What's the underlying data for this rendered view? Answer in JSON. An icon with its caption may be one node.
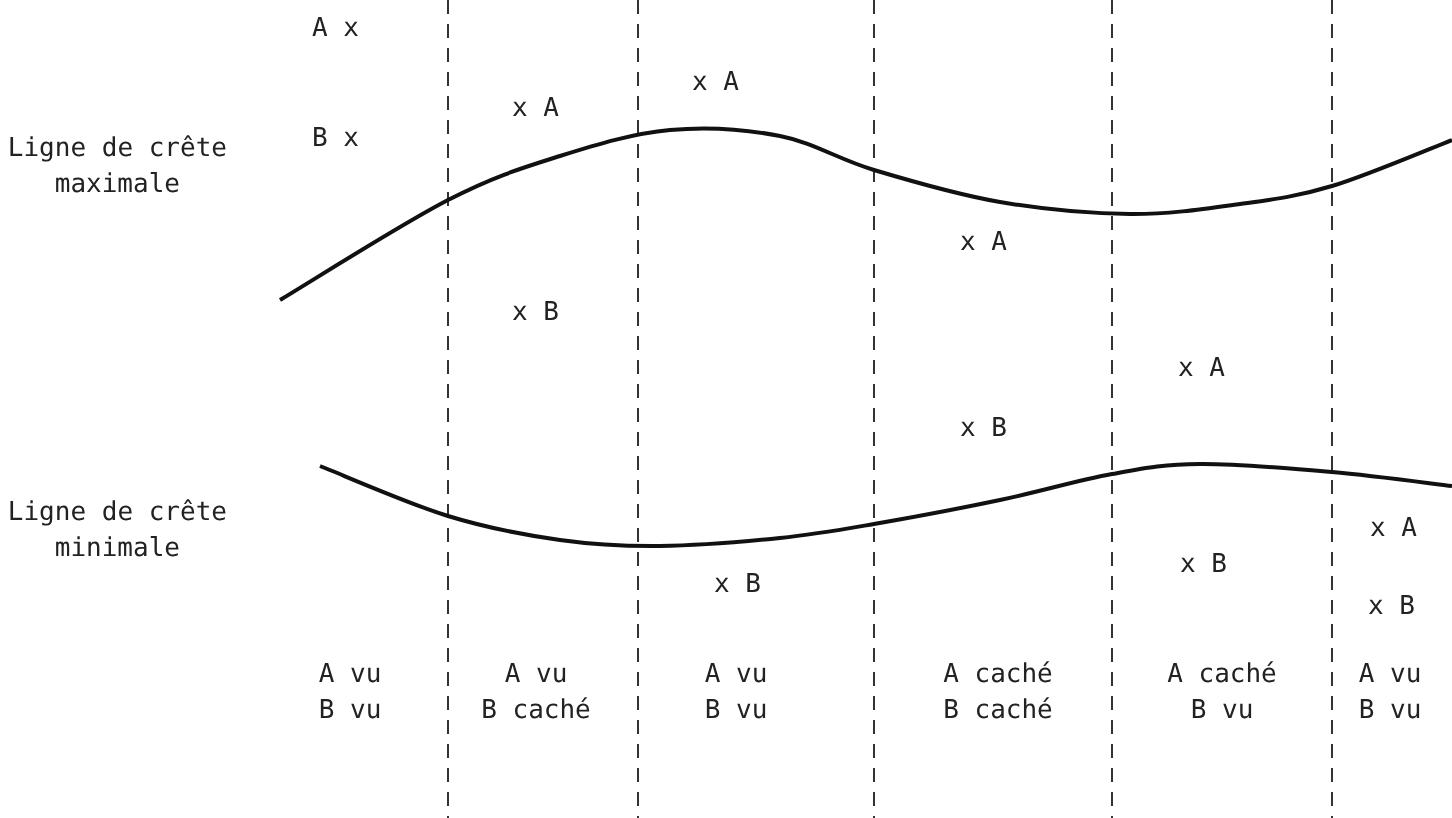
{
  "diagram": {
    "labels": [
      "A x",
      "x A",
      "Ligne de crête maximale",
      "x A",
      "B x",
      "x A",
      "x B",
      "x A",
      "x B",
      "Ligne de crête minimale",
      "x A",
      "x B",
      "x B",
      "x B",
      "A vu B vu",
      "A vu B caché",
      "A vu B vu",
      "A caché B caché",
      "A caché B vu",
      "A vu B vu"
    ]
  }
}
